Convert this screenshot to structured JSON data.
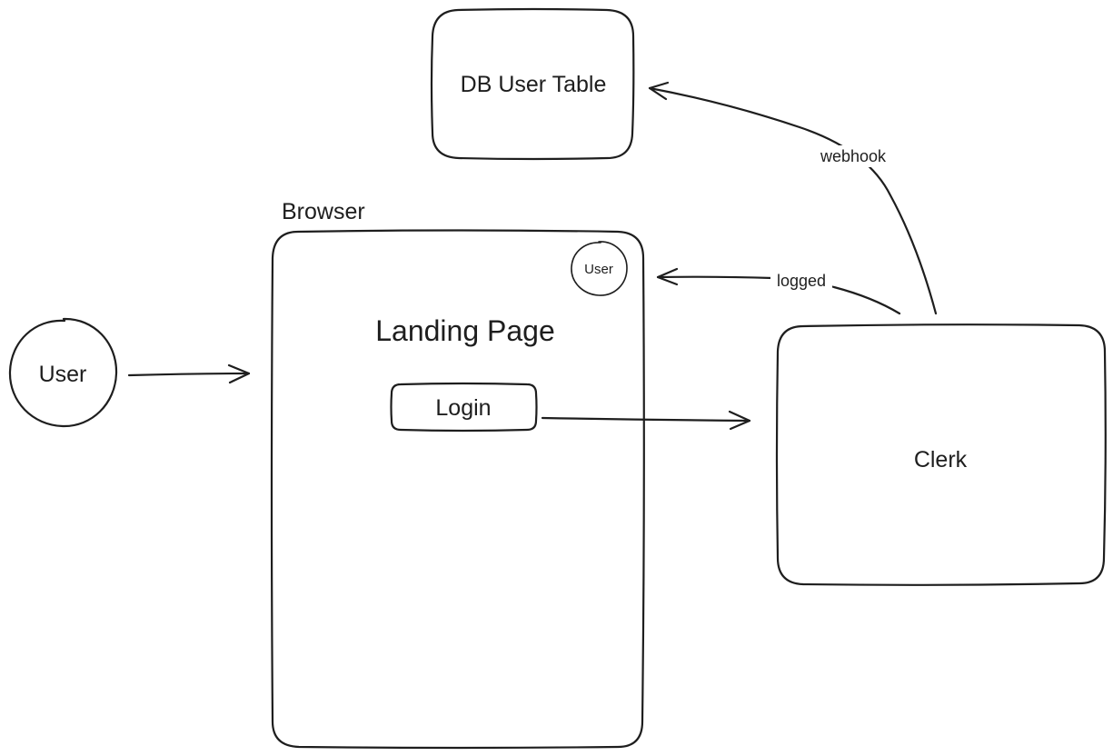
{
  "diagram": {
    "nodes": {
      "db_user_table": {
        "label": "DB User Table"
      },
      "browser": {
        "label": "Browser"
      },
      "landing_page": {
        "title": "Landing Page"
      },
      "login_button": {
        "label": "Login"
      },
      "browser_user_avatar": {
        "label": "User"
      },
      "user_actor": {
        "label": "User"
      },
      "clerk": {
        "label": "Clerk"
      }
    },
    "edges": [
      {
        "from": "User",
        "to": "Browser",
        "label": ""
      },
      {
        "from": "Login",
        "to": "Clerk",
        "label": ""
      },
      {
        "from": "Clerk",
        "to": "Browser",
        "label": "logged"
      },
      {
        "from": "Clerk",
        "to": "DB User Table",
        "label": "webhook"
      }
    ]
  }
}
